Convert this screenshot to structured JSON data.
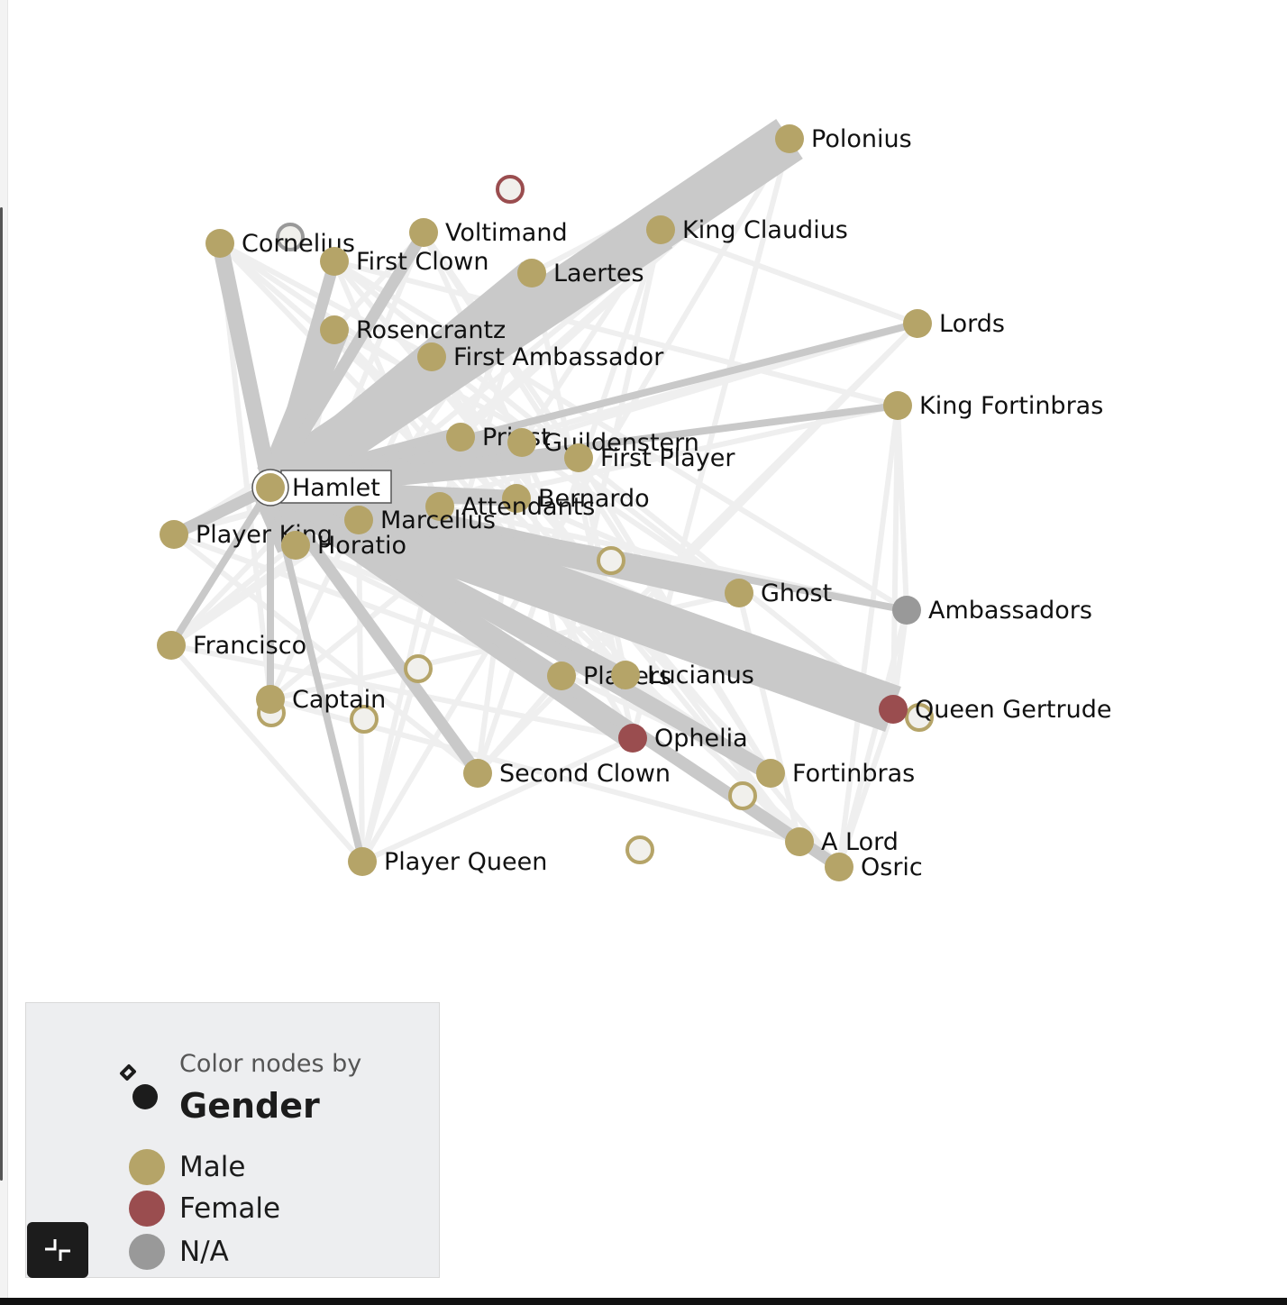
{
  "legend": {
    "caption": "Color nodes by",
    "title": "Gender",
    "items": [
      {
        "label": "Male",
        "color": "#b5a468"
      },
      {
        "label": "Female",
        "color": "#9a4d4f"
      },
      {
        "label": "N/A",
        "color": "#999999"
      }
    ],
    "icon": "paint-bucket-icon"
  },
  "controls": {
    "collapse_icon": "collapse-icon"
  },
  "colors": {
    "male": "#b5a468",
    "female": "#9a4d4f",
    "na": "#999999",
    "edge_strong": "#c9c9c9",
    "edge_faint": "#efefef"
  },
  "graph": {
    "selected": "hamlet",
    "nodes": [
      {
        "id": "polonius",
        "label": "Polonius",
        "gender": "male"
      },
      {
        "id": "king-claudius",
        "label": "King Claudius",
        "gender": "male"
      },
      {
        "id": "voltimand",
        "label": "Voltimand",
        "gender": "male"
      },
      {
        "id": "cornelius",
        "label": "Cornelius",
        "gender": "male"
      },
      {
        "id": "first-clown",
        "label": "First Clown",
        "gender": "male"
      },
      {
        "id": "laertes",
        "label": "Laertes",
        "gender": "male"
      },
      {
        "id": "lords",
        "label": "Lords",
        "gender": "male"
      },
      {
        "id": "rosencrantz",
        "label": "Rosencrantz",
        "gender": "male"
      },
      {
        "id": "first-ambassador",
        "label": "First Ambassador",
        "gender": "male"
      },
      {
        "id": "king-fortinbras",
        "label": "King Fortinbras",
        "gender": "male"
      },
      {
        "id": "priest",
        "label": "Priest",
        "gender": "male"
      },
      {
        "id": "guildenstern",
        "label": "Guildenstern",
        "gender": "male"
      },
      {
        "id": "first-player",
        "label": "First Player",
        "gender": "male"
      },
      {
        "id": "hamlet",
        "label": "Hamlet",
        "gender": "male"
      },
      {
        "id": "bernardo",
        "label": "Bernardo",
        "gender": "male"
      },
      {
        "id": "attendants",
        "label": "Attendants",
        "gender": "male"
      },
      {
        "id": "marcellus",
        "label": "Marcellus",
        "gender": "male"
      },
      {
        "id": "player-king",
        "label": "Player King",
        "gender": "male"
      },
      {
        "id": "horatio",
        "label": "Horatio",
        "gender": "male"
      },
      {
        "id": "ghost",
        "label": "Ghost",
        "gender": "male"
      },
      {
        "id": "ambassadors",
        "label": "Ambassadors",
        "gender": "na"
      },
      {
        "id": "francisco",
        "label": "Francisco",
        "gender": "male"
      },
      {
        "id": "players",
        "label": "Players",
        "gender": "male"
      },
      {
        "id": "lucianus",
        "label": "Lucianus",
        "gender": "male"
      },
      {
        "id": "captain",
        "label": "Captain",
        "gender": "male"
      },
      {
        "id": "queen-gertrude",
        "label": "Queen Gertrude",
        "gender": "female"
      },
      {
        "id": "ophelia",
        "label": "Ophelia",
        "gender": "female"
      },
      {
        "id": "second-clown",
        "label": "Second Clown",
        "gender": "male"
      },
      {
        "id": "fortinbras",
        "label": "Fortinbras",
        "gender": "male"
      },
      {
        "id": "a-lord",
        "label": "A Lord",
        "gender": "male"
      },
      {
        "id": "osric",
        "label": "Osric",
        "gender": "male"
      },
      {
        "id": "player-queen",
        "label": "Player Queen",
        "gender": "male"
      }
    ],
    "hollow_nodes": [
      {
        "id": "hollow-female-top",
        "gender": "female"
      },
      {
        "id": "hollow-na-top",
        "gender": "na"
      },
      {
        "id": "hollow-mid-1",
        "gender": "male"
      },
      {
        "id": "hollow-mid-2",
        "gender": "male"
      },
      {
        "id": "hollow-captain",
        "gender": "male"
      },
      {
        "id": "hollow-low-1",
        "gender": "male"
      },
      {
        "id": "hollow-queen",
        "gender": "male"
      },
      {
        "id": "hollow-fortinbras",
        "gender": "male"
      },
      {
        "id": "hollow-bottom",
        "gender": "male"
      }
    ],
    "edges": [
      {
        "source": "hamlet",
        "target": "polonius",
        "weight": 10
      },
      {
        "source": "hamlet",
        "target": "king-claudius",
        "weight": 9
      },
      {
        "source": "hamlet",
        "target": "queen-gertrude",
        "weight": 10
      },
      {
        "source": "hamlet",
        "target": "horatio",
        "weight": 8
      },
      {
        "source": "hamlet",
        "target": "rosencrantz",
        "weight": 6
      },
      {
        "source": "hamlet",
        "target": "guildenstern",
        "weight": 7
      },
      {
        "source": "hamlet",
        "target": "laertes",
        "weight": 6
      },
      {
        "source": "hamlet",
        "target": "first-ambassador",
        "weight": 4
      },
      {
        "source": "hamlet",
        "target": "ghost",
        "weight": 5
      },
      {
        "source": "hamlet",
        "target": "ophelia",
        "weight": 5
      },
      {
        "source": "hamlet",
        "target": "marcellus",
        "weight": 5
      },
      {
        "source": "hamlet",
        "target": "priest",
        "weight": 4
      },
      {
        "source": "hamlet",
        "target": "first-player",
        "weight": 4
      },
      {
        "source": "hamlet",
        "target": "attendants",
        "weight": 4
      },
      {
        "source": "hamlet",
        "target": "bernardo",
        "weight": 3
      },
      {
        "source": "hamlet",
        "target": "cornelius",
        "weight": 3
      },
      {
        "source": "hamlet",
        "target": "voltimand",
        "weight": 2
      },
      {
        "source": "hamlet",
        "target": "first-clown",
        "weight": 2
      },
      {
        "source": "hamlet",
        "target": "lords",
        "weight": 1
      },
      {
        "source": "hamlet",
        "target": "king-fortinbras",
        "weight": 1
      },
      {
        "source": "hamlet",
        "target": "ambassadors",
        "weight": 1
      },
      {
        "source": "hamlet",
        "target": "player-king",
        "weight": 2
      },
      {
        "source": "hamlet",
        "target": "francisco",
        "weight": 1
      },
      {
        "source": "hamlet",
        "target": "captain",
        "weight": 1
      },
      {
        "source": "hamlet",
        "target": "players",
        "weight": 2
      },
      {
        "source": "hamlet",
        "target": "lucianus",
        "weight": 2
      },
      {
        "source": "hamlet",
        "target": "second-clown",
        "weight": 2
      },
      {
        "source": "hamlet",
        "target": "fortinbras",
        "weight": 3
      },
      {
        "source": "hamlet",
        "target": "a-lord",
        "weight": 2
      },
      {
        "source": "hamlet",
        "target": "osric",
        "weight": 2
      },
      {
        "source": "hamlet",
        "target": "player-queen",
        "weight": 1
      }
    ]
  }
}
